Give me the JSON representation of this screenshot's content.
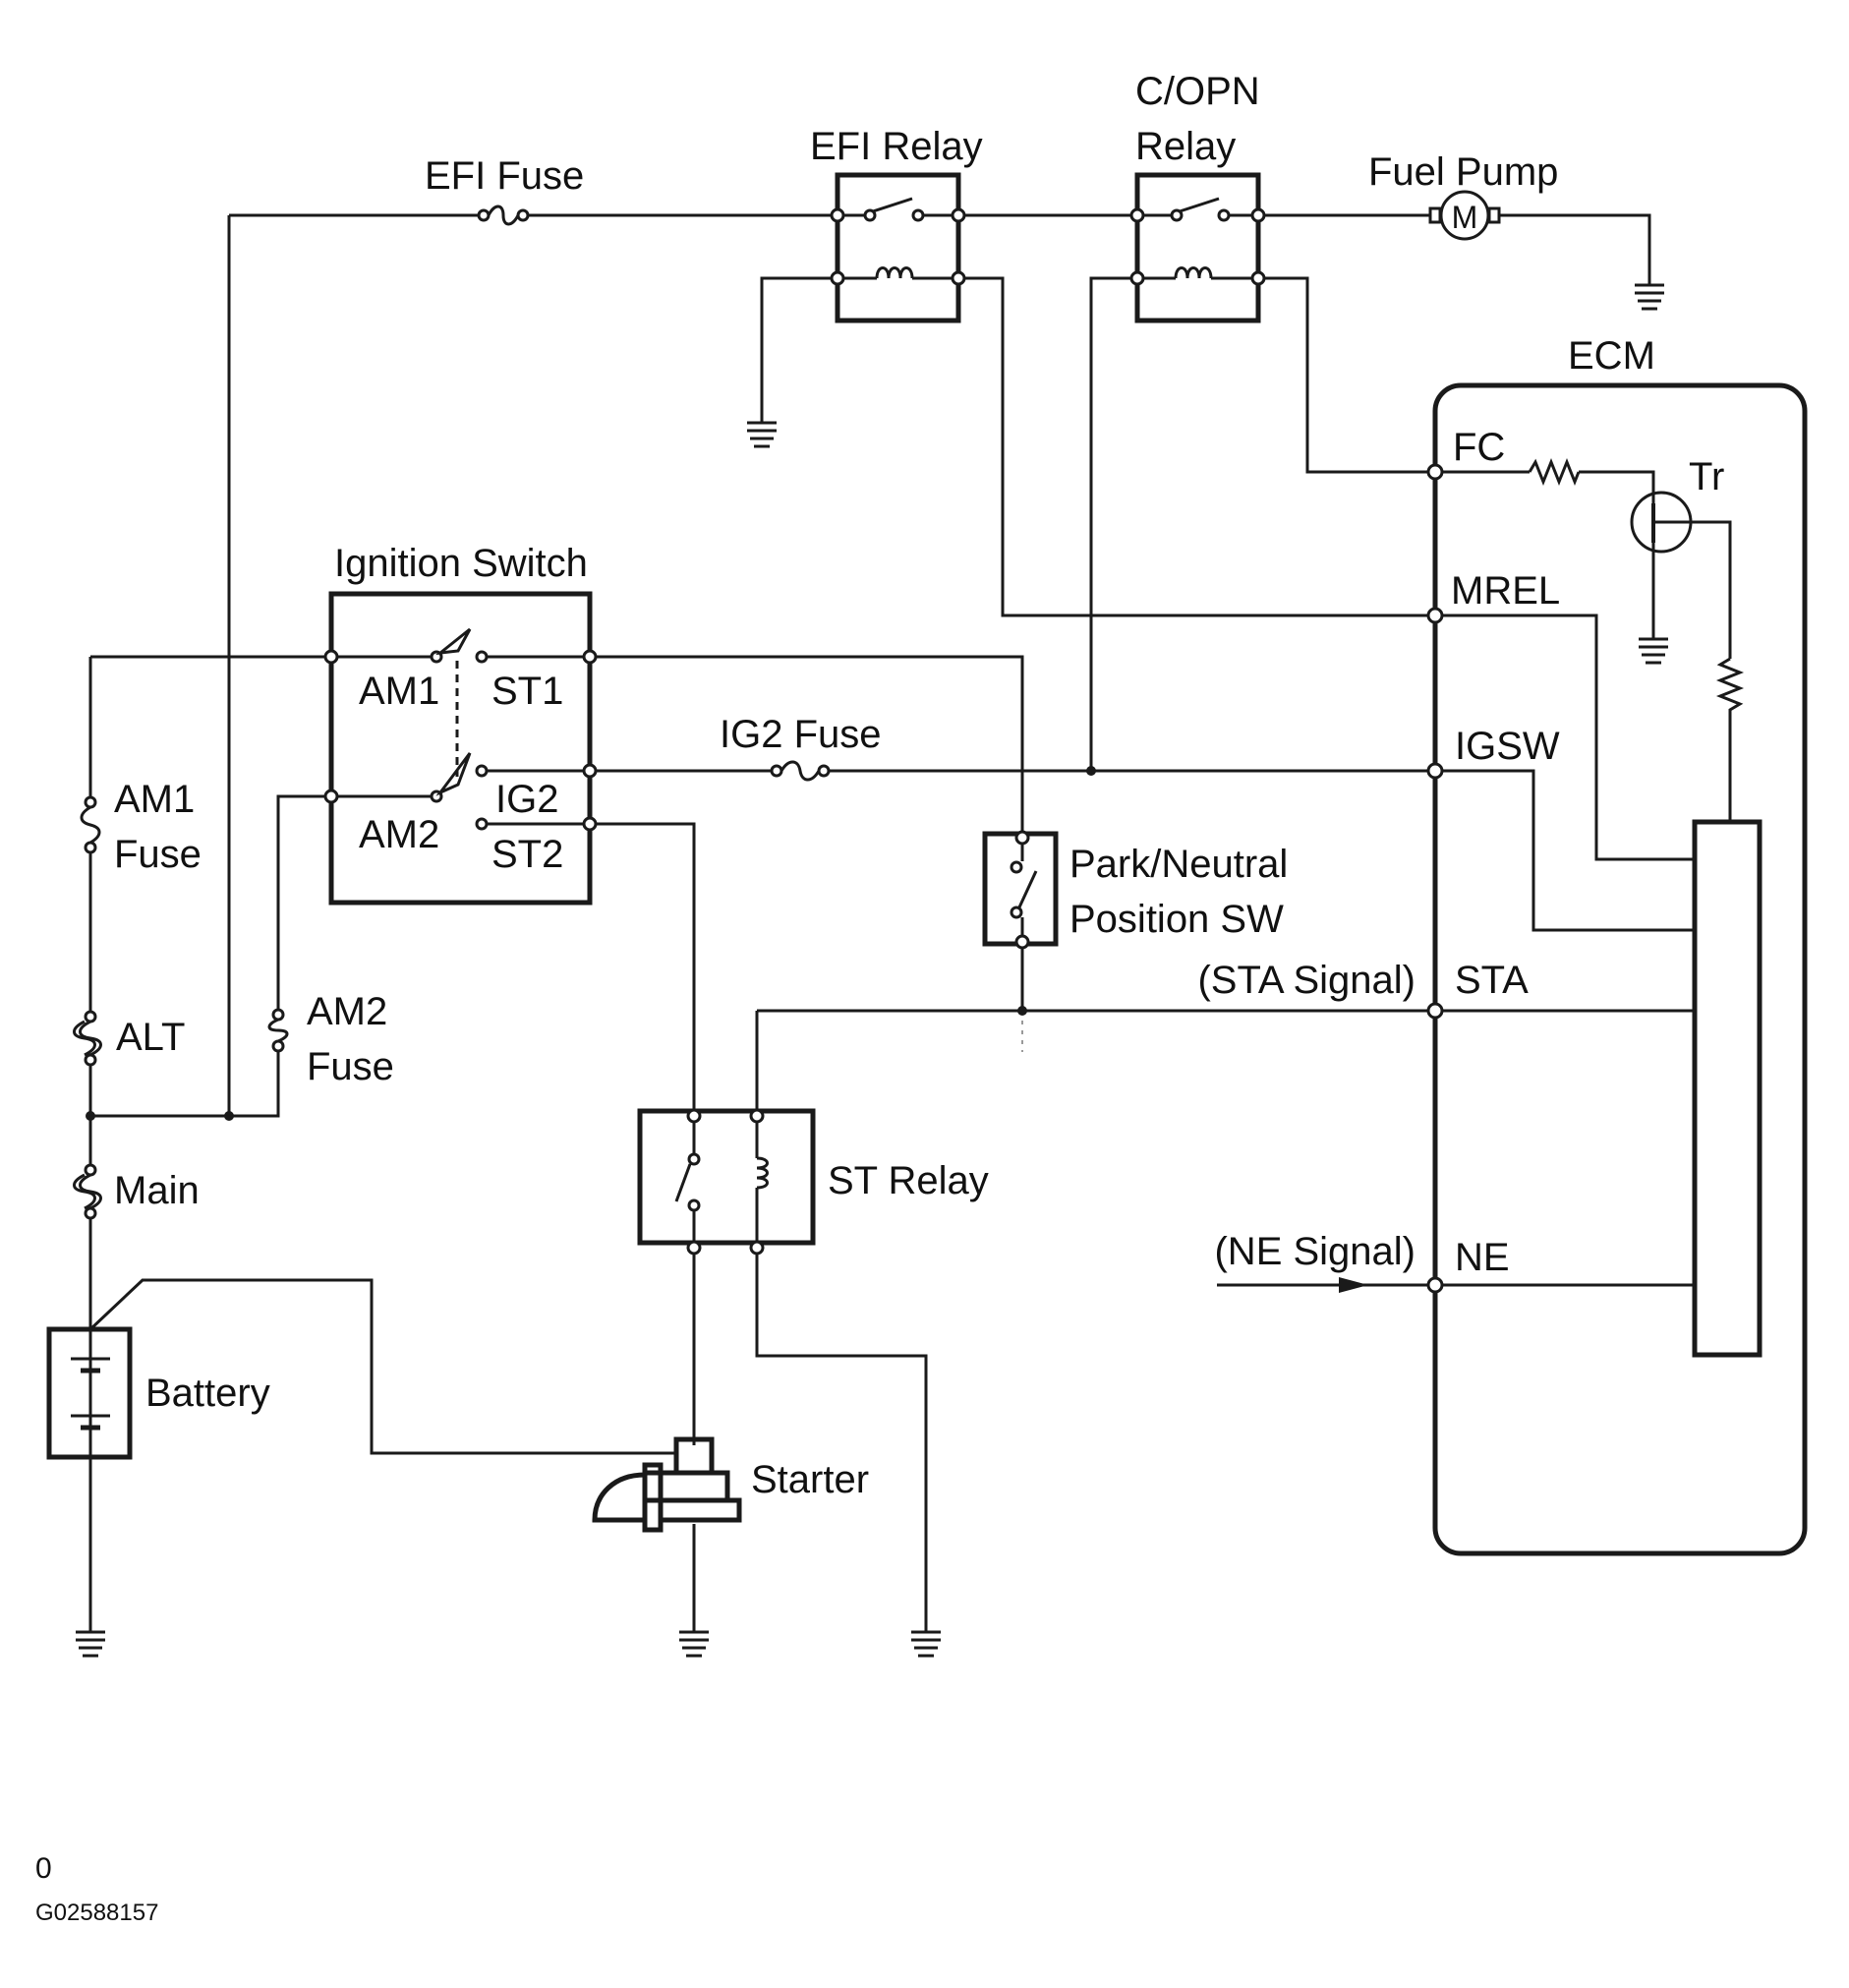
{
  "labels": {
    "efi_fuse": "EFI Fuse",
    "efi_relay": "EFI Relay",
    "copn_relay_line1": "C/OPN",
    "copn_relay_line2": "Relay",
    "fuel_pump": "Fuel Pump",
    "motor_symbol": "M",
    "ecm": "ECM",
    "fc": "FC",
    "tr": "Tr",
    "mrel": "MREL",
    "igsw": "IGSW",
    "sta": "STA",
    "sta_signal": "(STA Signal)",
    "ne": "NE",
    "ne_signal": "(NE Signal)",
    "ignition_switch": "Ignition Switch",
    "am1": "AM1",
    "st1": "ST1",
    "am2": "AM2",
    "ig2": "IG2",
    "st2": "ST2",
    "ig2_fuse": "IG2 Fuse",
    "am1_fuse_line1": "AM1",
    "am1_fuse_line2": "Fuse",
    "alt": "ALT",
    "am2_fuse_line1": "AM2",
    "am2_fuse_line2": "Fuse",
    "main": "Main",
    "battery": "Battery",
    "park_neutral_line1": "Park/Neutral",
    "park_neutral_line2": "Position SW",
    "st_relay": "ST Relay",
    "starter": "Starter"
  },
  "footer": {
    "page_mark": "0",
    "figure_id": "G02588157"
  }
}
